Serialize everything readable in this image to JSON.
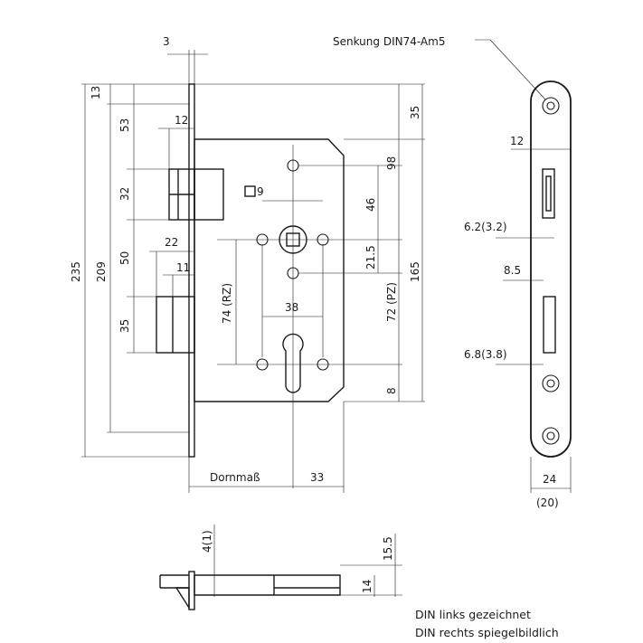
{
  "labels": {
    "faceplate_thickness": "3",
    "top_offset": "13",
    "follower_offset": "53",
    "overall_height": "235",
    "plate_height": "209",
    "latch_projection": "12",
    "latch_height": "32",
    "latch_to_bolt": "50",
    "bolt_height": "35",
    "bolt_throw": "22",
    "bolt_inset": "11",
    "spindle_square": "9",
    "top_to_follower": "35",
    "hole_to_follower": "98",
    "follower_to_hole": "46",
    "hole_spacing": "21.5",
    "rz_spacing": "74 (RZ)",
    "hole_pitch": "38",
    "pz_spacing": "72 (PZ)",
    "case_height": "165",
    "cylinder_offset": "8",
    "backset": "Dornmaß",
    "backset_remainder": "33",
    "countersink": "Senkung DIN74-Am5",
    "front_latch_projection": "12",
    "latch_depth": "6.2(3.2)",
    "bolt_gap": "8.5",
    "bolt_depth": "6.8(3.8)",
    "front_width": "24",
    "front_width_alt": "(20)",
    "top_view_offset": "4(1)",
    "top_view_height": "15.5",
    "top_view_case": "14",
    "note_line1": "DIN links gezeichnet",
    "note_line2": "DIN rechts spiegelbildlich"
  }
}
